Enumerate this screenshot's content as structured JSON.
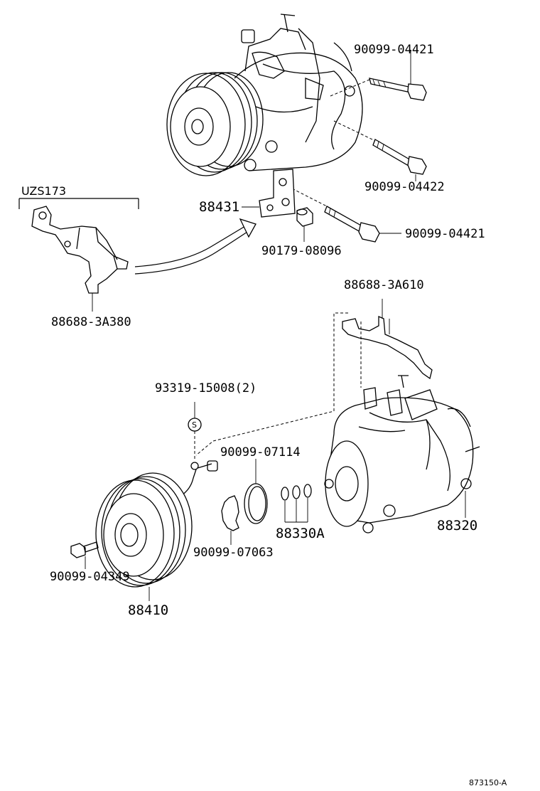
{
  "labels": {
    "bolt_top": "90099-04421",
    "bolt_mid": "90099-04422",
    "bolt_low": "90099-04421",
    "bracket_plate": "88431",
    "stud_nut": "90179-08096",
    "model_tag": "UZS173",
    "bracket_left": "88688-3A380",
    "bracket_right": "88688-3A610",
    "wire_clip": "93319-15008(2)",
    "snap_ring": "90099-07114",
    "shim": "90099-07063",
    "oring_set": "88330A",
    "compressor": "88320",
    "clutch_bolt": "90099-04349",
    "clutch": "88410",
    "ref": "873150-A",
    "clip_symbol": "S"
  }
}
